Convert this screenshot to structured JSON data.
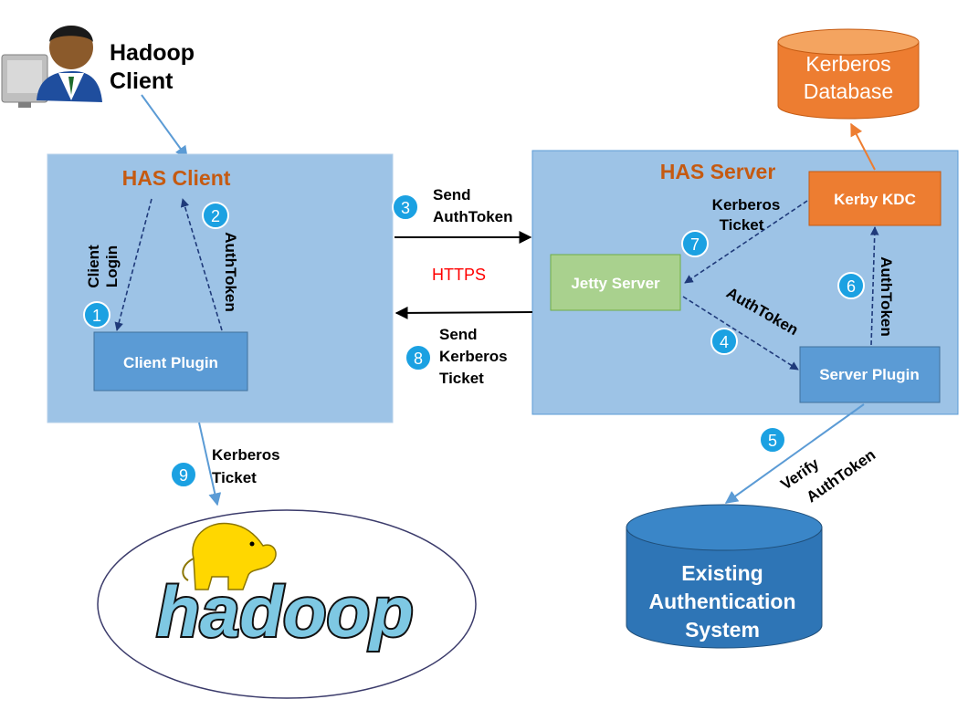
{
  "hadoop_client": {
    "line1": "Hadoop",
    "line2": "Client"
  },
  "has_client": {
    "title": "HAS Client",
    "plugin_label": "Client Plugin",
    "login_line1": "Client",
    "login_line2": "Login",
    "authtoken_label": "AuthToken"
  },
  "has_server": {
    "title": "HAS Server",
    "jetty_label": "Jetty Server",
    "kdc_label": "Kerby KDC",
    "plugin_label": "Server Plugin",
    "ticket_line1": "Kerberos",
    "ticket_line2": "Ticket",
    "authtoken_step4": "AuthToken",
    "authtoken_step6": "AuthToken"
  },
  "kerberos_db": {
    "line1": "Kerberos",
    "line2": "Database"
  },
  "exchange": {
    "send_token_line1": "Send",
    "send_token_line2": "AuthToken",
    "protocol": "HTTPS",
    "send_ticket_line1": "Send",
    "send_ticket_line2": "Kerberos",
    "send_ticket_line3": "Ticket"
  },
  "hadoop_ticket": {
    "line1": "Kerberos",
    "line2": "Ticket"
  },
  "verify": {
    "line1": "Verify",
    "line2": "AuthToken"
  },
  "existing_auth": {
    "line1": "Existing",
    "line2": "Authentication",
    "line3": "System"
  },
  "hadoop_logo_text": "hadoop",
  "steps": [
    "1",
    "2",
    "3",
    "4",
    "5",
    "6",
    "7",
    "8",
    "9"
  ],
  "colors": {
    "panel_fill": "#9dc3e6",
    "box_fill": "#5b9bd5",
    "jetty_fill": "#a9d18e",
    "orange": "#ed7d31",
    "db_blue": "#2e75b6",
    "badge": "#1ba1e2",
    "title_orange": "#c55a11",
    "https_red": "#ff0000"
  },
  "icons": [
    "user-at-computer-icon",
    "hadoop-elephant-icon"
  ]
}
